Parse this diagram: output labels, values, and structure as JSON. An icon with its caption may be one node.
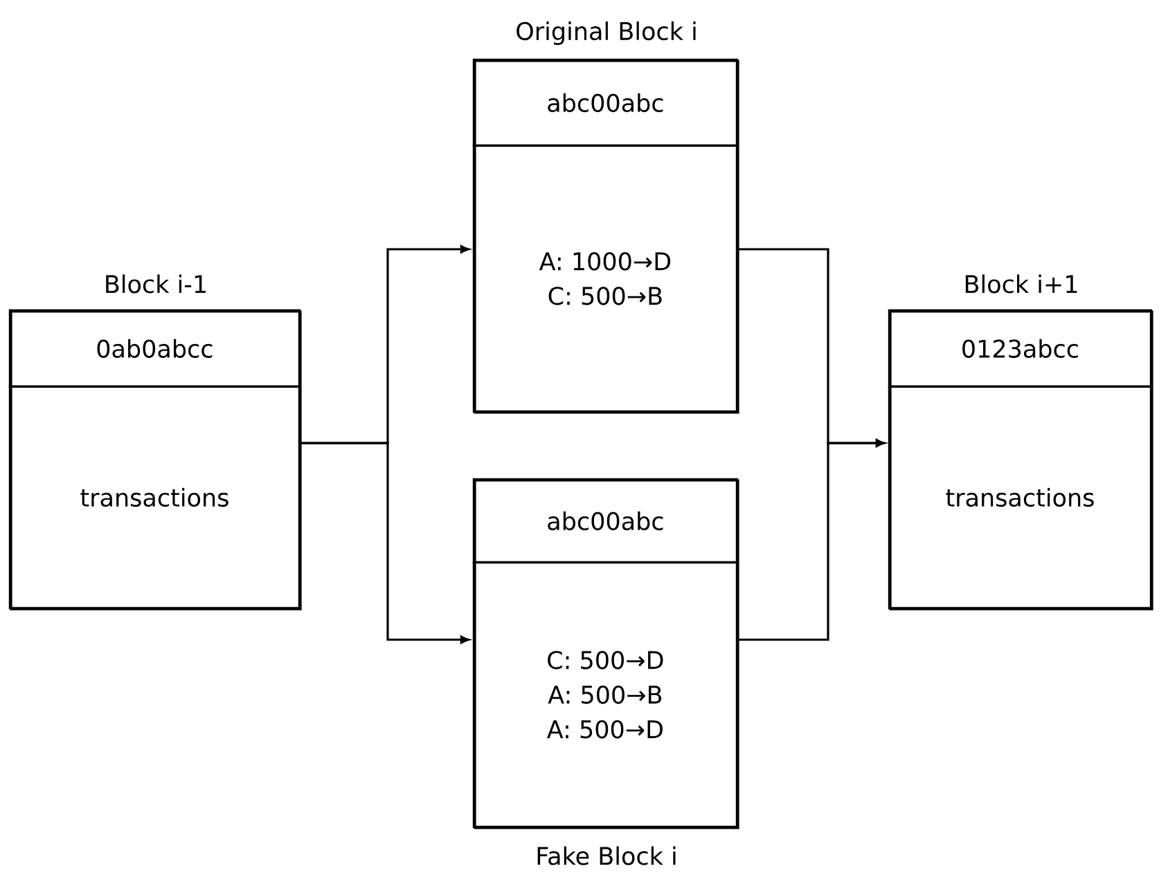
{
  "diagram": {
    "nodes": [
      {
        "text": [
          "Block i-1"
        ]
      },
      {
        "text": [
          "0ab0abcc"
        ],
        "in": 0
      },
      {
        "text": [
          "transactions"
        ],
        "in": 0
      },
      {
        "text": [
          "Original Block i"
        ]
      },
      {
        "text": [
          "abc00abc"
        ],
        "in": 3
      },
      {
        "text": [
          "A: 1000→D",
          "C: 500→B"
        ],
        "in": 3
      },
      {
        "text": [
          "Fake Block i"
        ]
      },
      {
        "text": [
          "abc00abc"
        ],
        "in": 6
      },
      {
        "text": [
          "C: 500→D",
          "A: 500→B",
          "A: 500→D"
        ],
        "in": 6
      },
      {
        "text": [
          "Block i+1"
        ]
      },
      {
        "text": [
          "0123abcc"
        ],
        "in": 9
      },
      {
        "text": [
          "transactions"
        ],
        "in": 9
      }
    ],
    "edges": [
      {
        "from": 2,
        "to": 5,
        "arrow": "to"
      },
      {
        "from": 2,
        "to": 8,
        "arrow": "to"
      },
      {
        "from": 5,
        "to": 11,
        "arrow": "to"
      },
      {
        "from": 8,
        "to": 11,
        "arrow": "to"
      }
    ]
  }
}
